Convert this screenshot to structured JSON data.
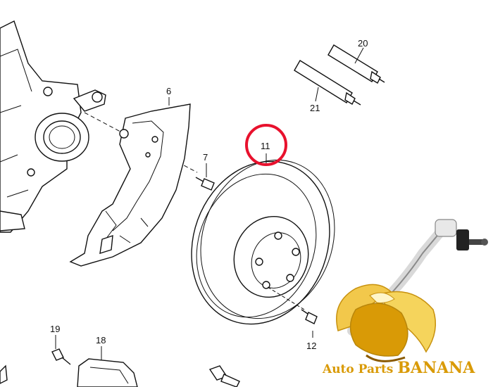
{
  "diagram": {
    "callouts": [
      {
        "id": "6",
        "label": "6"
      },
      {
        "id": "7",
        "label": "7"
      },
      {
        "id": "11",
        "label": "11"
      },
      {
        "id": "12",
        "label": "12"
      },
      {
        "id": "18",
        "label": "18"
      },
      {
        "id": "19",
        "label": "19"
      },
      {
        "id": "20",
        "label": "20"
      },
      {
        "id": "21",
        "label": "21"
      }
    ],
    "highlight": {
      "callout": "11",
      "color": "#e8112d"
    }
  },
  "watermark": {
    "text_regular": "Auto Parts ",
    "text_bold": "BANANA",
    "color": "#d99a06"
  }
}
